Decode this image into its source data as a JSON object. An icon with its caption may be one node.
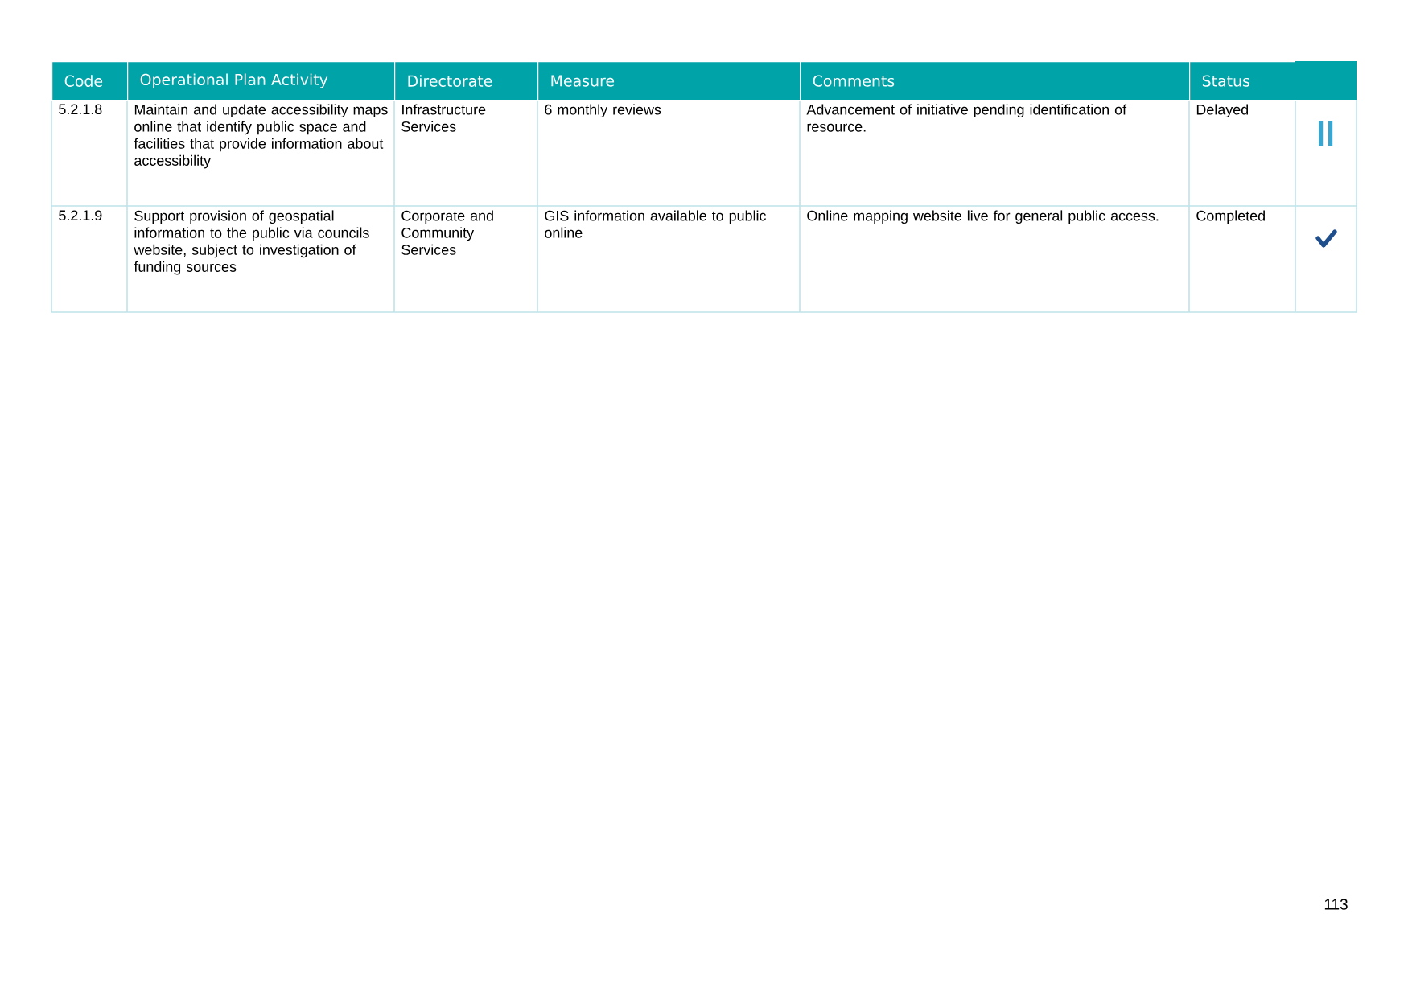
{
  "diagram": {
    "labels": [
      "Code",
      "Operational Plan Activity",
      "Directorate",
      "Measure",
      "Comments",
      "Status",
      "5.2.1.8",
      "Maintain and update accessibility maps online that identify public space and facilities that provide information about accessibility",
      "Infrastructure Services",
      "6 monthly reviews",
      "Advancement of initiative pending identification of resource.",
      "Delayed",
      "5.2.1.9",
      "Support provision of geospatial information to the public via councils website, subject to investigation of funding sources",
      "Corporate and Community Services",
      "GIS information available to public online",
      "Online mapping website live for general public access.",
      "Completed",
      "113"
    ]
  }
}
